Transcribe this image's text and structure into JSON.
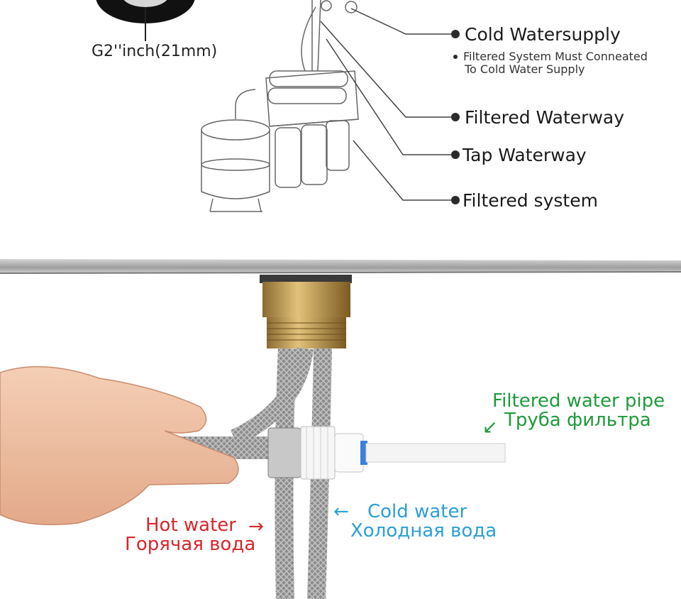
{
  "diagram": {
    "fitting_size_label": "G2''inch(21mm)",
    "callouts": [
      {
        "id": "cold-supply",
        "label": "Cold Watersupply"
      },
      {
        "id": "filtered-waterway",
        "label": "Filtered Waterway"
      },
      {
        "id": "tap-waterway",
        "label": "Tap Waterway"
      },
      {
        "id": "filtered-system",
        "label": "Filtered system"
      }
    ],
    "note_lines": [
      "Filtered System Must Conneated",
      "To Cold Water Supply"
    ]
  },
  "photo": {
    "filtered_pipe": {
      "en": "Filtered water pipe",
      "ru": "Труба фильтра",
      "color": "#1f9a3a",
      "arrow": "↙"
    },
    "cold_water": {
      "en": "Cold water",
      "ru": "Холодная вода",
      "color": "#2a9fd8",
      "arrow": "←"
    },
    "hot_water": {
      "en": "Hot water",
      "ru": "Горячая вода",
      "color": "#d8262a",
      "arrow": "→"
    }
  },
  "colors": {
    "callout_dot": "#2b2b2b",
    "sink_steel": "#b9b9b9",
    "brass": "#c9a35c",
    "hose": "#8f8f8f",
    "skin": "#f0c3a6"
  }
}
